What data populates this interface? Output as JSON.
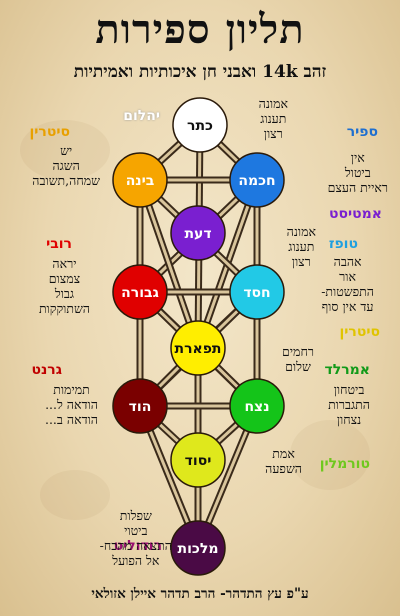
{
  "title": "תליון ספירות",
  "subtitle": "זהב 14k ואבני חן איכותיות ואמיתיות",
  "footer": "ע\"פ עץ התדהר- הרב תדהר איילן אזולאי",
  "colors": {
    "keter": "#ffffff",
    "chochma": "#1e78e0",
    "bina": "#f6a500",
    "daat": "#7a1fd0",
    "gevura": "#e00000",
    "chesed": "#22c9e6",
    "tiferet": "#ffee00",
    "hod": "#7a0000",
    "netzach": "#14c419",
    "yesod": "#dfe81c",
    "malchut": "#4a0a45"
  },
  "sefirot": {
    "keter": {
      "name": "כתר",
      "stone": "יהלום",
      "stone_color": "#ffffff",
      "attrs": [
        "אמונה",
        "תענוג",
        "רצון"
      ]
    },
    "chochma": {
      "name": "חכמה",
      "stone": "ספיר",
      "stone_color": "#1e6fd0",
      "attrs": [
        "אין",
        "ביטול",
        "ראיית העצם"
      ]
    },
    "bina": {
      "name": "בינה",
      "stone": "סיטרין",
      "stone_color": "#e8a000",
      "attrs": [
        "יש",
        "השגה",
        "שמחה,תשובה"
      ]
    },
    "daat": {
      "name": "דעת",
      "stone": "אמטיסט",
      "stone_color": "#7a1fd0",
      "attrs": [
        "אמונה",
        "תענוג",
        "רצון"
      ]
    },
    "gevura": {
      "name": "גבורה",
      "stone": "רובי",
      "stone_color": "#e00000",
      "attrs": [
        "יראה",
        "צמצום",
        "גבול",
        "השתוקקות"
      ]
    },
    "chesed": {
      "name": "חסד",
      "stone": "טופז",
      "stone_color": "#1e9fe0",
      "attrs": [
        "אהבה",
        "אור",
        "התפשטות-",
        "עד אין סוף"
      ]
    },
    "tiferet": {
      "name": "תפארת",
      "stone": "סיטרין",
      "stone_color": "#e0c400",
      "attrs": [
        "רחמים",
        "שלום"
      ]
    },
    "hod": {
      "name": "הוד",
      "stone": "גרנט",
      "stone_color": "#c00000",
      "attrs": [
        "תמימות",
        "הודאה ל...",
        "הודאה ב..."
      ]
    },
    "netzach": {
      "name": "נצח",
      "stone": "אמרלד",
      "stone_color": "#109a18",
      "attrs": [
        "ביטחון",
        "התגברות",
        "נצחון"
      ]
    },
    "yesod": {
      "name": "יסוד",
      "stone": "טורמלין",
      "stone_color": "#6fc81e",
      "attrs": [
        "אמת",
        "השפעה"
      ]
    },
    "malchut": {
      "name": "מלכות",
      "stone": "רודוליט",
      "stone_color": "#9a1070",
      "attrs": [
        "שפלות",
        "ביטוי",
        "התצאה מהכח-",
        "אל הפועל"
      ]
    }
  }
}
